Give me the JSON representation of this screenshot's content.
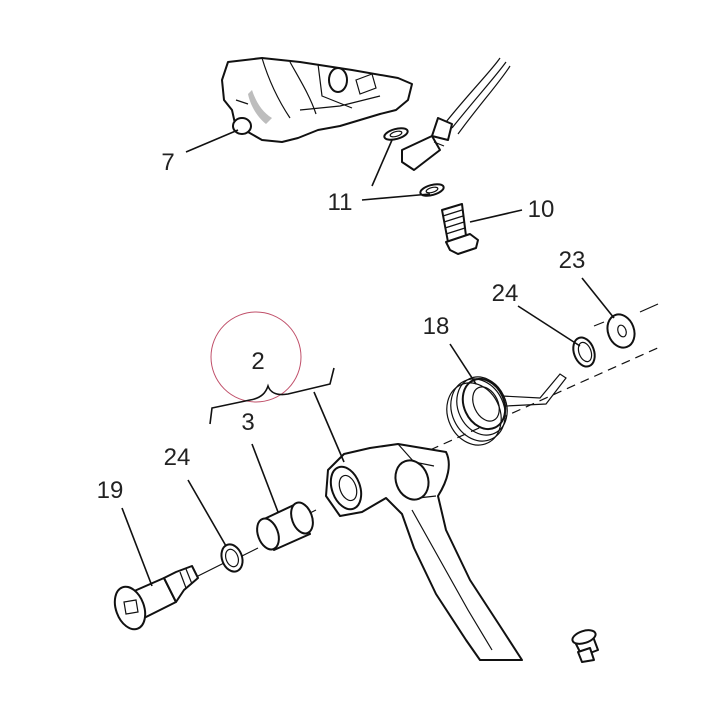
{
  "diagram": {
    "labels": {
      "l2": "2",
      "l3": "3",
      "l7": "7",
      "l10": "10",
      "l11": "11",
      "l18": "18",
      "l19": "19",
      "l23": "23",
      "l24a": "24",
      "l24b": "24"
    },
    "colors": {
      "line": "#111111",
      "label": "#222222",
      "highlight_circle": "#c0506a",
      "background": "#ffffff"
    }
  }
}
